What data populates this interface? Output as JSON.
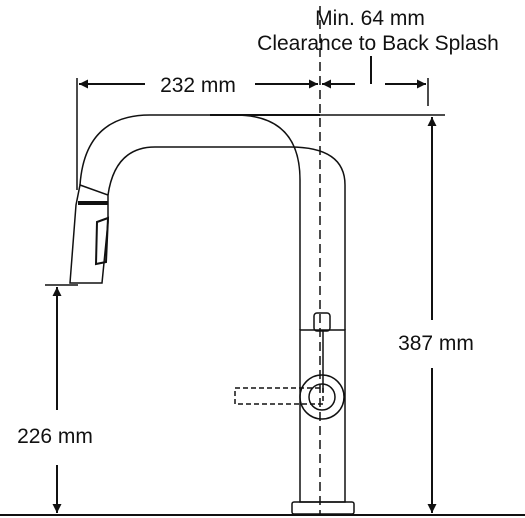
{
  "dimensions": {
    "clearance_line1": "Min. 64 mm",
    "clearance_line2": "Clearance to Back Splash",
    "reach": "232 mm",
    "total_height": "387 mm",
    "spout_height": "226 mm"
  },
  "colors": {
    "line": "#111111",
    "background": "#ffffff"
  }
}
